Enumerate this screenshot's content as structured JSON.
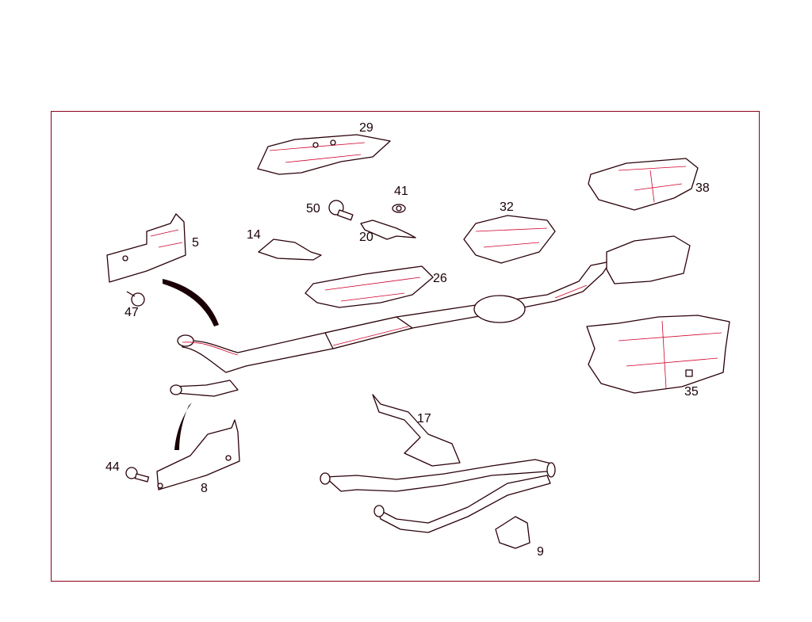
{
  "diagram": {
    "type": "exploded parts diagram",
    "line_color": "#2a0008",
    "accent_color": "#d0002a",
    "frame_color": "#8a0018",
    "callouts": [
      "29",
      "41",
      "50",
      "38",
      "32",
      "5",
      "14",
      "20",
      "26",
      "47",
      "35",
      "17",
      "44",
      "8",
      "9"
    ]
  }
}
